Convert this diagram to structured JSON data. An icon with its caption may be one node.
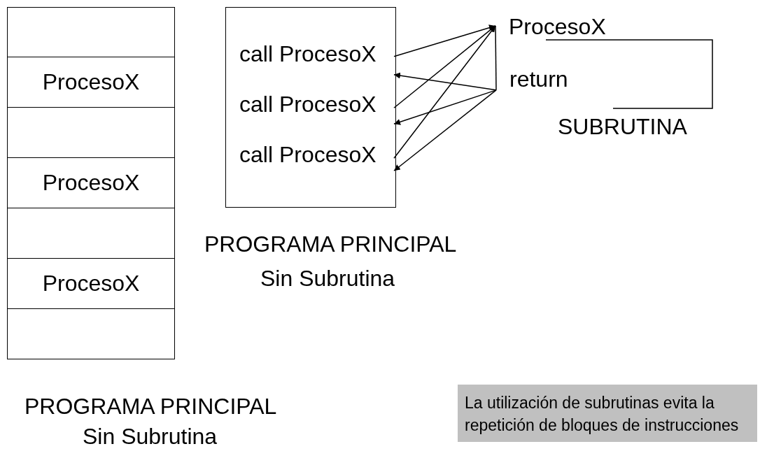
{
  "diagram": {
    "nodes": [
      {
        "text": [],
        "shape": "box"
      },
      {
        "text": [
          "ProcesoX"
        ]
      },
      {
        "text": [],
        "shape": "box"
      },
      {
        "text": [
          "ProcesoX"
        ]
      },
      {
        "text": [],
        "shape": "box"
      },
      {
        "text": [
          "ProcesoX"
        ]
      },
      {
        "text": [],
        "shape": "box"
      },
      {
        "text": [],
        "shape": "box"
      },
      {
        "text": [
          "call ProcesoX"
        ],
        "in": 7
      },
      {
        "text": [
          "call ProcesoX"
        ],
        "in": 7
      },
      {
        "text": [
          "call ProcesoX"
        ],
        "in": 7
      },
      {
        "text": [
          "ProcesoX"
        ]
      },
      {
        "text": [
          "return"
        ]
      },
      {
        "text": [
          "La utilización de subrutinas evita la repetición de bloques de instrucciones"
        ]
      }
    ],
    "edges": [
      {
        "from": 8,
        "to": 11,
        "arrow": "to"
      },
      {
        "from": 9,
        "to": 11,
        "arrow": "to"
      },
      {
        "from": 10,
        "to": 11,
        "arrow": "to"
      },
      {
        "from": 12,
        "to": 8,
        "arrow": "to"
      },
      {
        "from": 12,
        "to": 9,
        "arrow": "to"
      },
      {
        "from": 12,
        "to": 10,
        "arrow": "to"
      },
      {
        "from": 11,
        "to": 12,
        "arrow": "none"
      }
    ],
    "labels": [
      "SUBRUTINA",
      "PROGRAMA PRINCIPAL",
      "Sin Subrutina",
      "PROGRAMA PRINCIPAL",
      "Sin Subrutina"
    ]
  }
}
